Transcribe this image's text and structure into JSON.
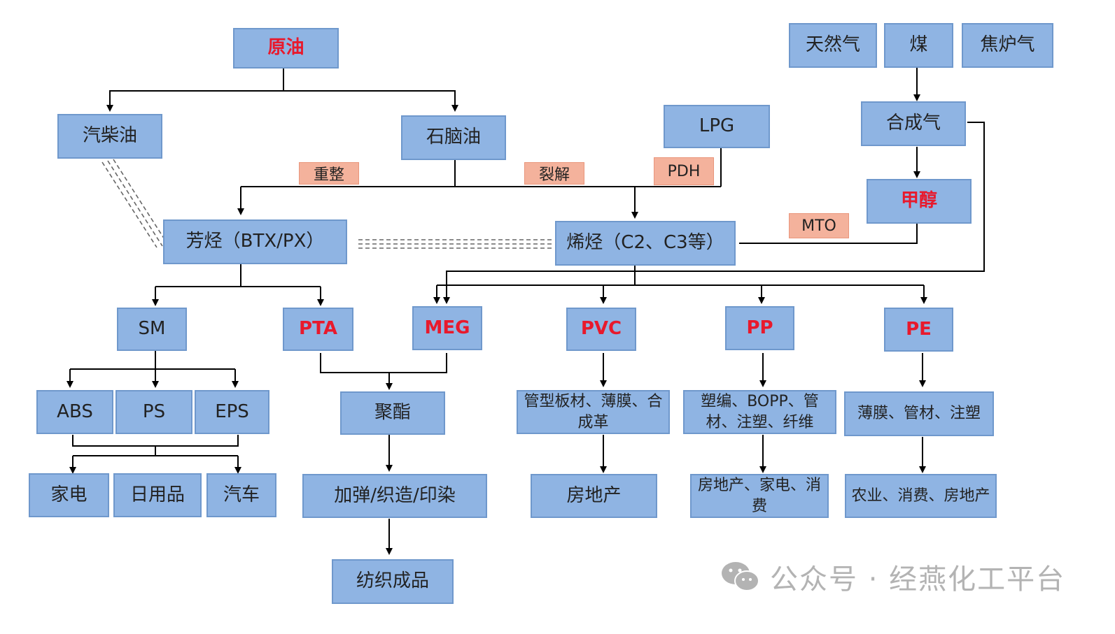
{
  "nodes": {
    "crude_oil": "原油",
    "diesel_gasoline": "汽柴油",
    "naphtha": "石脑油",
    "lpg": "LPG",
    "natural_gas": "天然气",
    "coal": "煤",
    "coke_oven_gas": "焦炉气",
    "syngas": "合成气",
    "methanol": "甲醇",
    "aromatics": "芳烃（BTX/PX）",
    "olefins": "烯烃（C2、C3等）",
    "sm": "SM",
    "pta": "PTA",
    "meg": "MEG",
    "pvc": "PVC",
    "pp": "PP",
    "pe": "PE",
    "abs": "ABS",
    "ps": "PS",
    "eps": "EPS",
    "polyester": "聚酯",
    "pvc_use": "管型板材、薄膜、合成革",
    "pp_use": "塑编、BOPP、管材、注塑、纤维",
    "pe_use": "薄膜、管材、注塑",
    "appliances": "家电",
    "daily_goods": "日用品",
    "automobile": "汽车",
    "texturing": "加弹/织造/印染",
    "pvc_end": "房地产",
    "pp_end": "房地产、家电、消费",
    "pe_end": "农业、消费、房地产",
    "textiles": "纺织成品"
  },
  "processes": {
    "reforming": "重整",
    "cracking": "裂解",
    "pdh": "PDH",
    "mto": "MTO"
  },
  "watermark": "公众号 · 经燕化工平台",
  "colors": {
    "box_fill": "#8fb4e3",
    "box_border": "#6f98cc",
    "key_text": "#e8192c",
    "process_fill": "#f4b29c",
    "watermark": "#b3b3b3"
  }
}
